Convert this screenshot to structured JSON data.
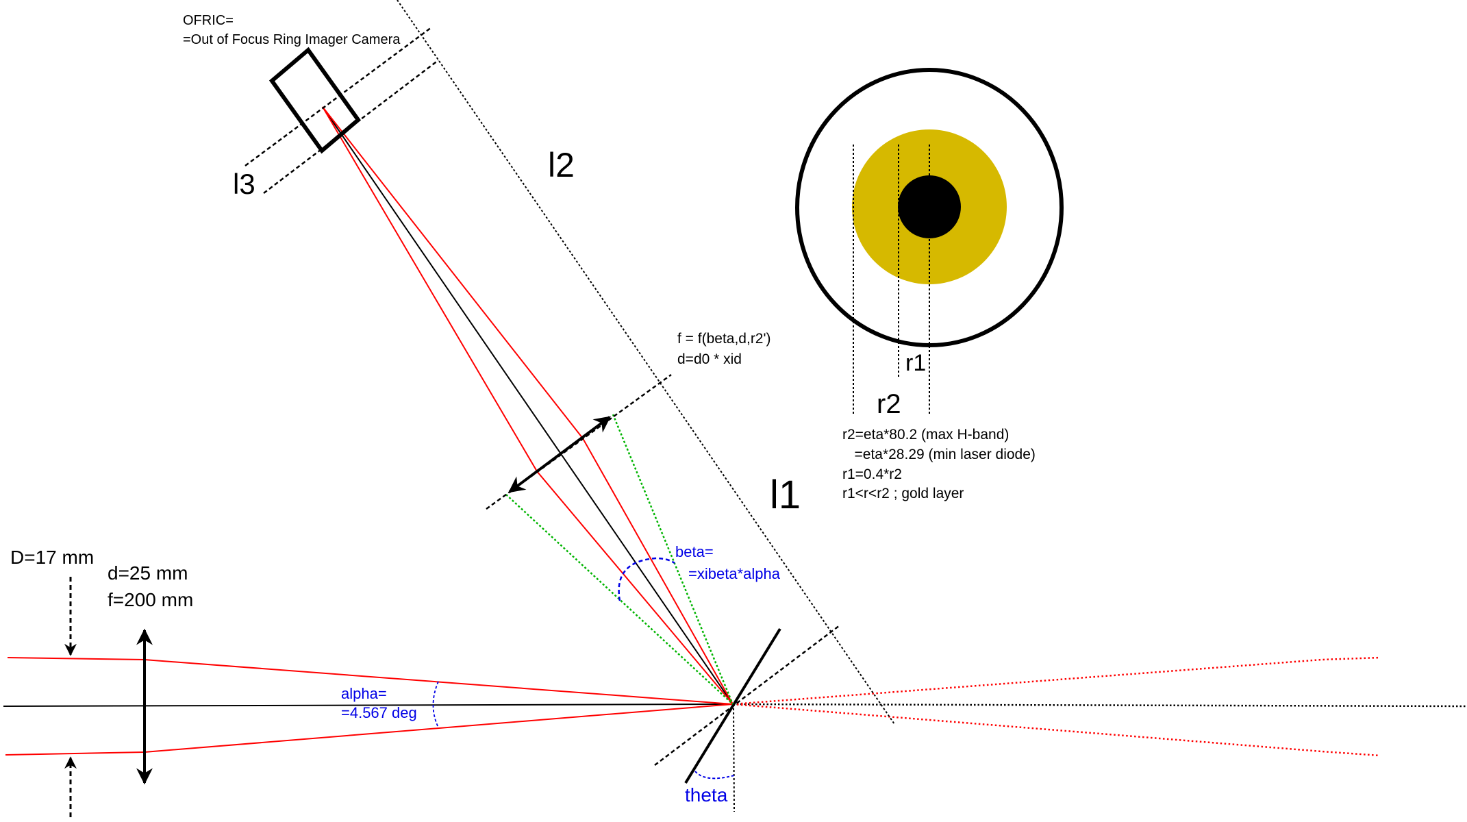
{
  "title": "OFRIC optical layout",
  "camera": {
    "label_line1": "OFRIC=",
    "label_line2": "=Out of Focus Ring Imager Camera"
  },
  "distances": {
    "l1": "l1",
    "l2": "l2",
    "l3": "l3"
  },
  "lens_params": {
    "D": "D=17 mm",
    "d": "d=25 mm",
    "f": "f=200 mm"
  },
  "second_lens": {
    "line1": "f = f(beta,d,r2')",
    "line2": "d=d0 * xid"
  },
  "angles": {
    "alpha_line1": "alpha=",
    "alpha_line2": "=4.567 deg",
    "beta_line1": "beta=",
    "beta_line2": "=xibeta*alpha",
    "theta": "theta"
  },
  "target": {
    "r1_label": "r1",
    "r2_label": "r2",
    "notes": [
      "r2=eta*80.2 (max H-band)",
      "   =eta*28.29 (min laser diode)",
      "r1=0.4*r2",
      "r1<r<r2 ; gold layer"
    ],
    "colors": {
      "gold": "#D6B900",
      "core": "#000000",
      "ring": "#000000"
    }
  },
  "colors": {
    "ray": "#ff0000",
    "axis": "#000000",
    "green_ray": "#00b400",
    "angle_mark": "#0000e6"
  }
}
